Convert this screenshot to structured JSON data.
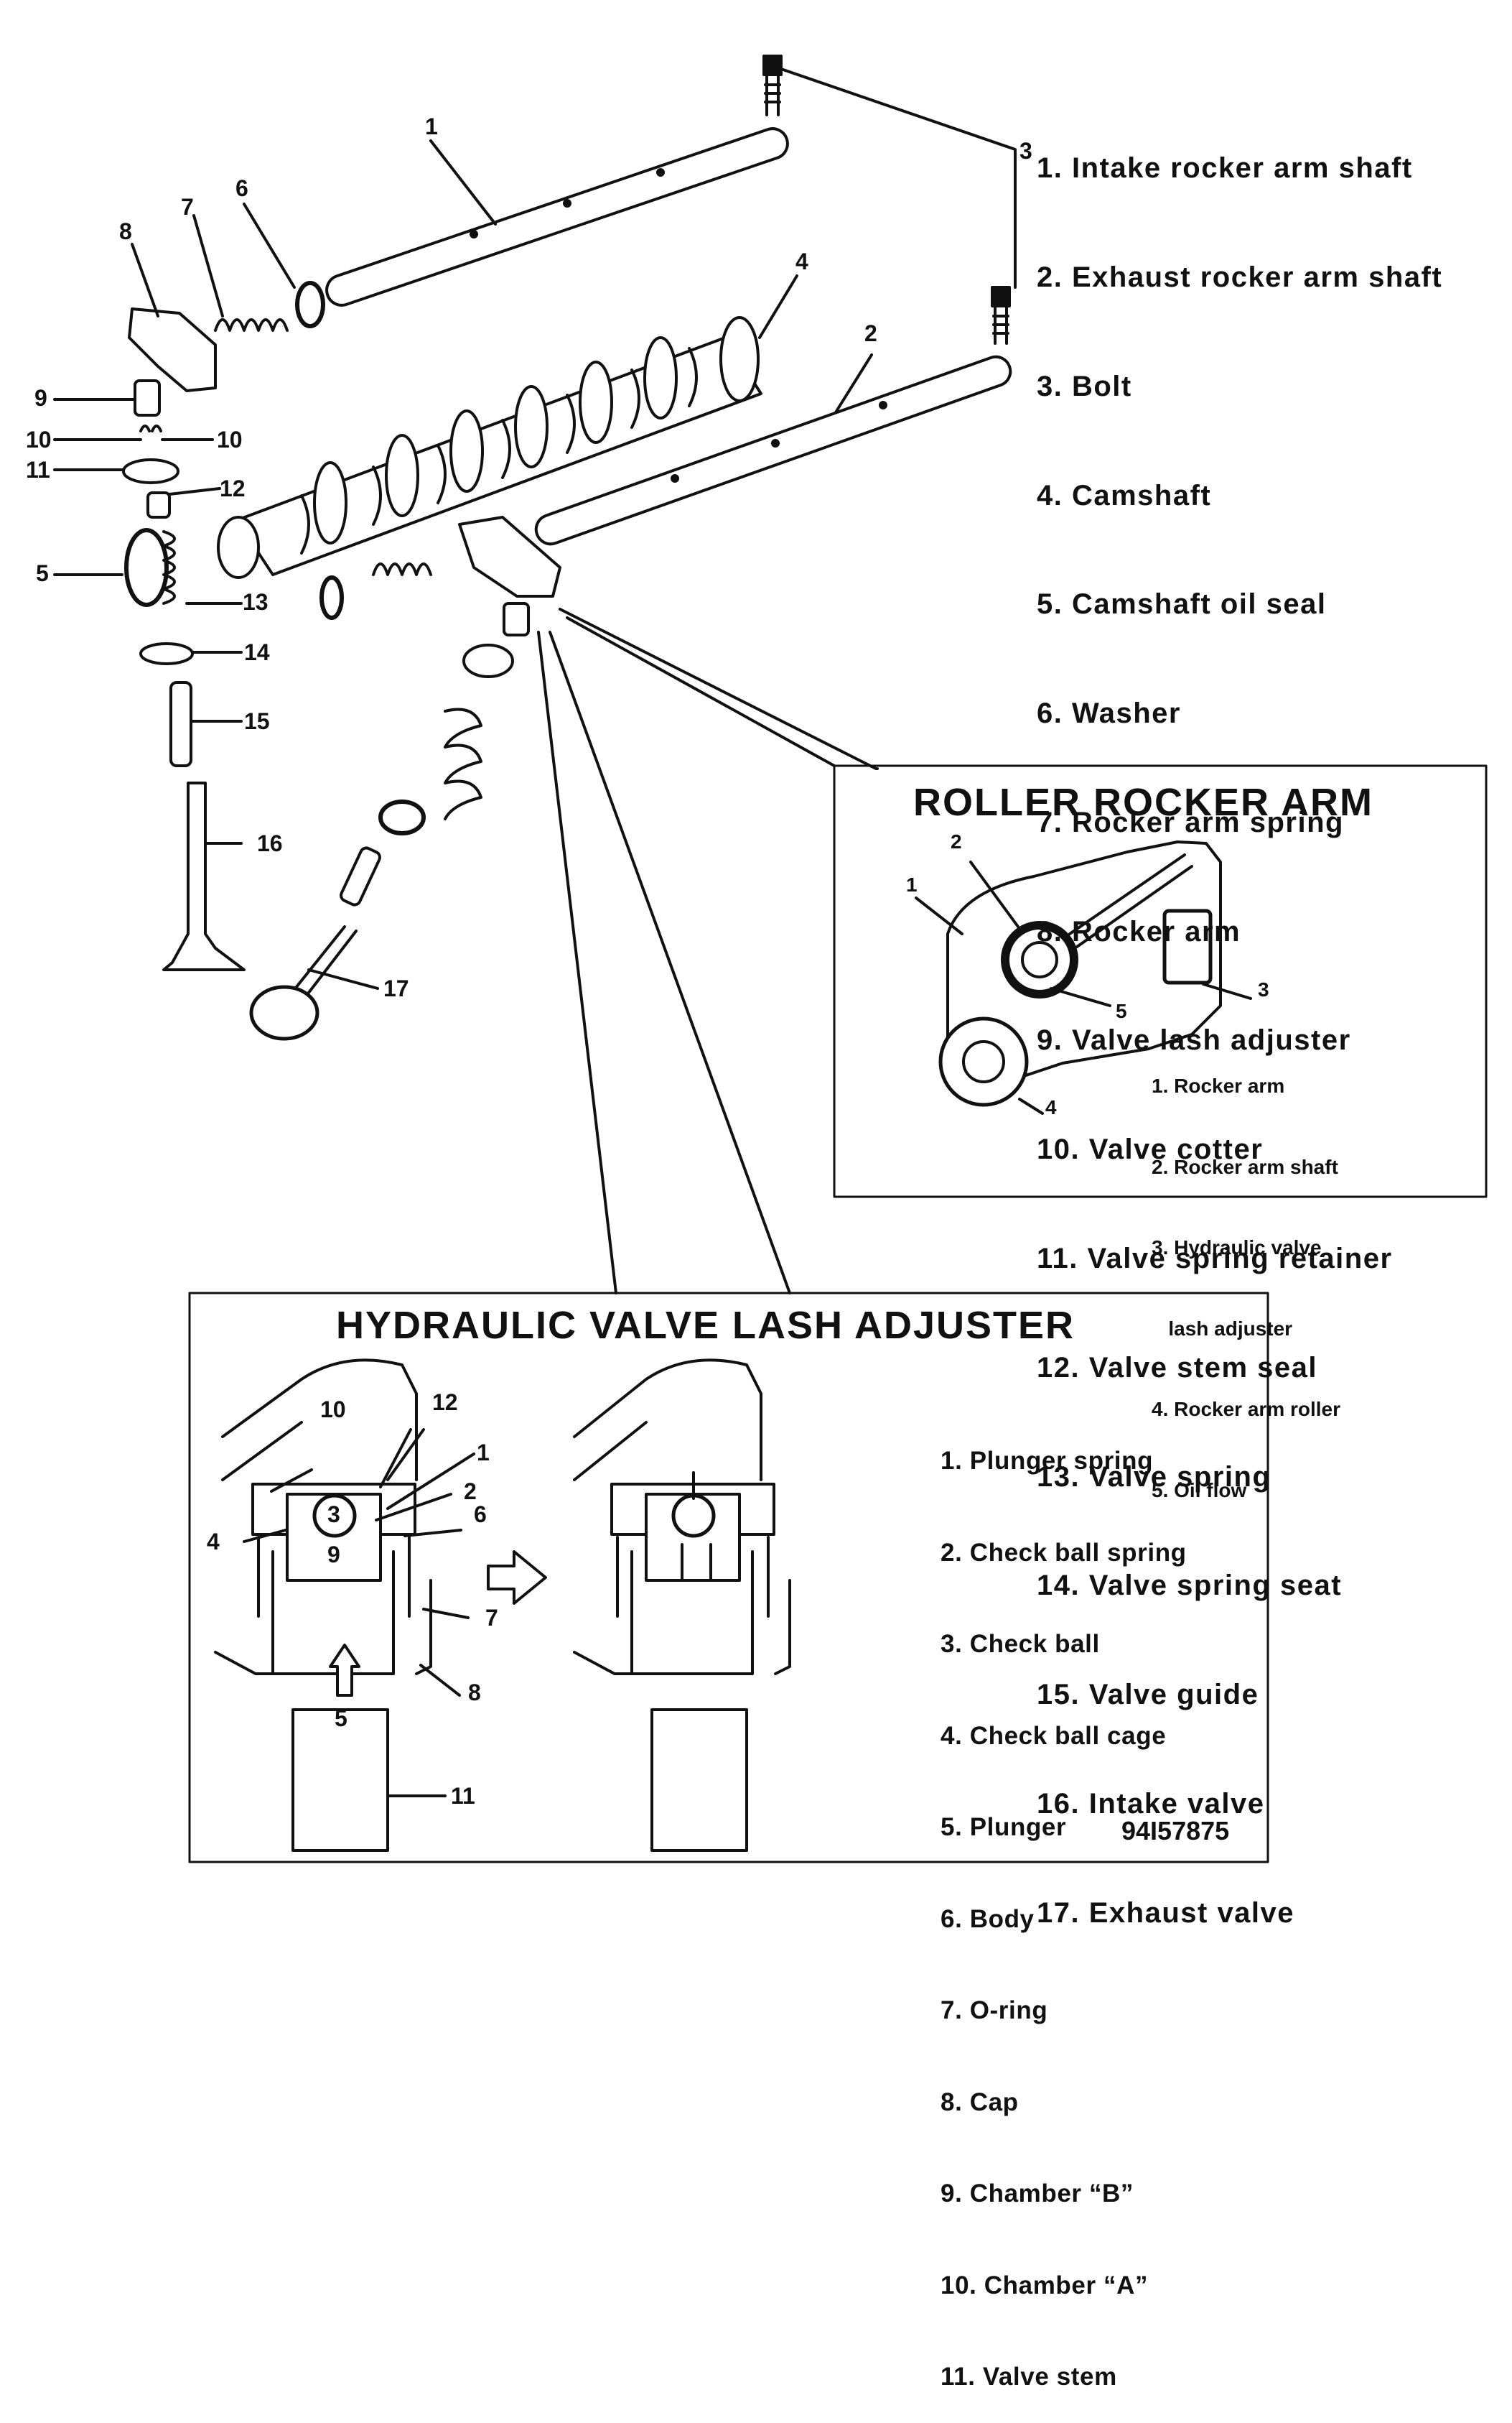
{
  "main_legend": [
    "1. Intake rocker arm shaft",
    "2. Exhaust rocker arm shaft",
    "3. Bolt",
    "4. Camshaft",
    "5. Camshaft oil seal",
    "6. Washer",
    "7. Rocker arm spring",
    "8. Rocker arm",
    "9. Valve lash adjuster",
    "10. Valve cotter",
    "11. Valve spring retainer",
    "12. Valve stem seal",
    "13. Valve spring",
    "14. Valve spring seat",
    "15. Valve guide",
    "16. Intake valve",
    "17. Exhaust valve"
  ],
  "roller_panel": {
    "title": "ROLLER ROCKER ARM",
    "legend": [
      "1. Rocker arm",
      "2. Rocker arm shaft",
      "3. Hydraulic valve",
      "   lash adjuster",
      "4. Rocker arm roller",
      "5. Oil flow"
    ],
    "callouts": [
      "1",
      "2",
      "3",
      "4",
      "5"
    ]
  },
  "hydraulic_panel": {
    "title": "HYDRAULIC VALVE LASH ADJUSTER",
    "legend": [
      "1. Plunger spring",
      "2. Check ball spring",
      "3. Check ball",
      "4. Check ball cage",
      "5. Plunger",
      "6. Body",
      "7. O-ring",
      "8. Cap",
      "9. Chamber “B”",
      "10. Chamber “A”",
      "11. Valve stem"
    ],
    "callouts": [
      "10",
      "12",
      "1",
      "2",
      "3",
      "6",
      "4",
      "9",
      "7",
      "5",
      "8",
      "11"
    ]
  },
  "exploded_callouts": [
    "1",
    "2",
    "3",
    "4",
    "5",
    "6",
    "7",
    "8",
    "9",
    "10",
    "10",
    "11",
    "12",
    "13",
    "14",
    "15",
    "16",
    "17"
  ],
  "figure_id": "94I57875"
}
